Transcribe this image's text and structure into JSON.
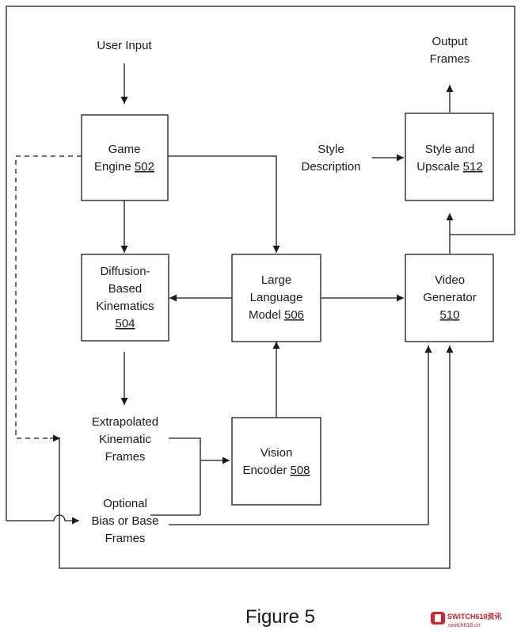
{
  "figure_caption": "Figure 5",
  "nodes": {
    "user_input": {
      "text": "User Input"
    },
    "game_engine": {
      "line1": "Game",
      "line2": "Engine",
      "ref": "502"
    },
    "diffusion": {
      "line1": "Diffusion-",
      "line2": "Based",
      "line3": "Kinematics",
      "ref": "504"
    },
    "llm": {
      "line1": "Large",
      "line2": "Language",
      "line3": "Model",
      "ref": "506"
    },
    "vision_encoder": {
      "line1": "Vision",
      "line2": "Encoder",
      "ref": "508"
    },
    "video_generator": {
      "line1": "Video",
      "line2": "Generator",
      "ref": "510"
    },
    "style_upscale": {
      "line1": "Style and",
      "line2": "Upscale",
      "ref": "512"
    },
    "style_description": {
      "line1": "Style",
      "line2": "Description"
    },
    "output_frames": {
      "line1": "Output",
      "line2": "Frames"
    },
    "extrapolated": {
      "line1": "Extrapolated",
      "line2": "Kinematic",
      "line3": "Frames"
    },
    "optional_bias": {
      "line1": "Optional",
      "line2": "Bias or Base",
      "line3": "Frames"
    }
  },
  "watermark": {
    "title": "SWITCH618资讯",
    "subtitle": "switch618.cn",
    "color": "#d8222a"
  }
}
